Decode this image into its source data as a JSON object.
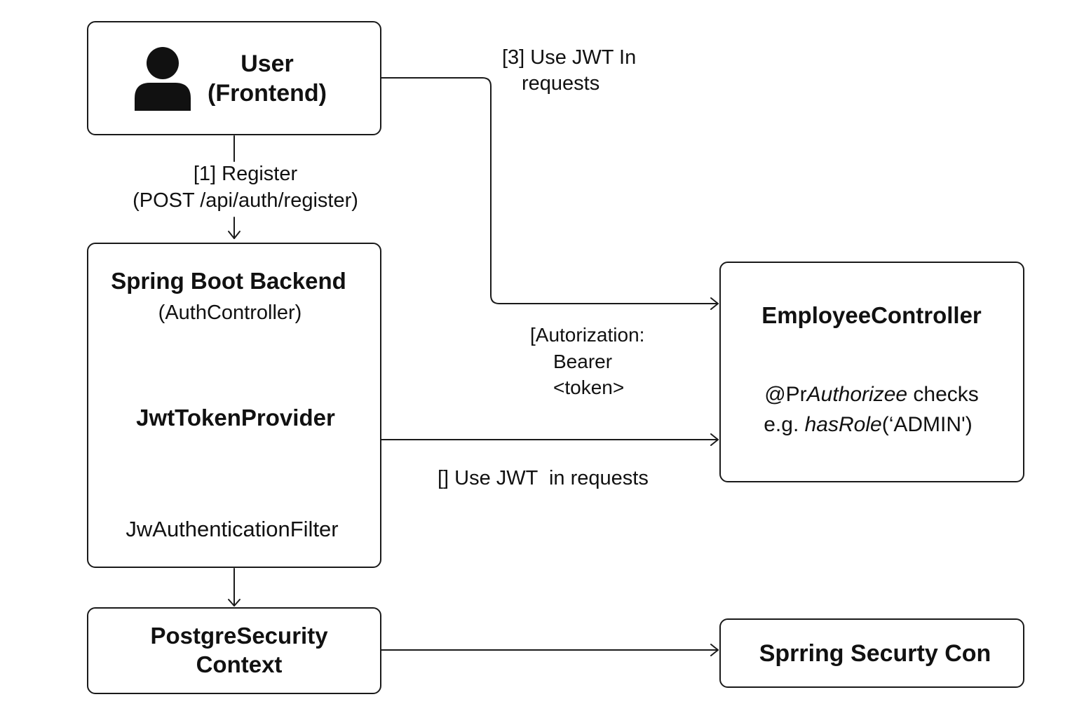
{
  "colors": {
    "ink": "#111111",
    "line": "#1a1a1a",
    "background": "#ffffff"
  },
  "user_box": {
    "icon": "user-icon",
    "title_line1": "User",
    "title_line2": "(Frontend)"
  },
  "register_label": {
    "line1": "[1] Register",
    "line2": "(POST /api/auth/register)"
  },
  "backend_box": {
    "title": "Spring Boot Backend",
    "subtitle": "(AuthController)",
    "provider": "JwtTokenProvider",
    "filter": "JwAuthenticationFilter"
  },
  "use_jwt_top": {
    "line1": "[3] Use JWT In",
    "line2": "requests"
  },
  "authorization_label": {
    "line1": "[Autorization:",
    "line2": "Bearer",
    "line3": "<token>"
  },
  "use_jwt_bottom": "[] Use JWT  in requests",
  "employee_box": {
    "title": "EmployeeController",
    "annotation_prefix": "@Pr",
    "annotation_italic": "Authorizee",
    "annotation_suffix": " checks",
    "example_prefix": "e.g. ",
    "example_italic": "hasRole",
    "example_suffix": "(‘ADMIN')"
  },
  "postgre_box": {
    "line1": "PostgreSecurity",
    "line2": "Context"
  },
  "security_box": {
    "title": "Sprring Securty Con"
  }
}
